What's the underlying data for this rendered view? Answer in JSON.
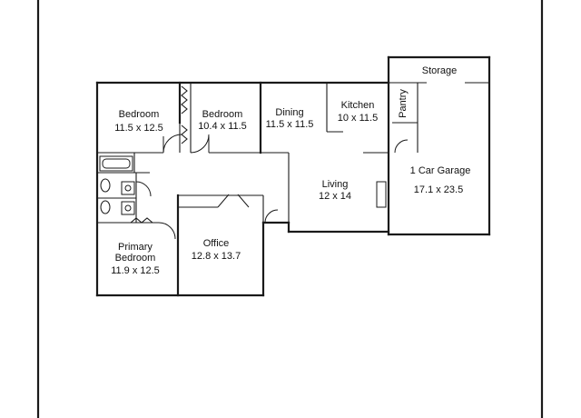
{
  "rooms": {
    "bedroom_1": {
      "name": "Bedroom",
      "dims": "11.5 x 12.5"
    },
    "bedroom_2": {
      "name": "Bedroom",
      "dims": "10.4 x 11.5"
    },
    "dining": {
      "name": "Dining",
      "dims": "11.5 x 11.5"
    },
    "kitchen": {
      "name": "Kitchen",
      "dims": "10 x 11.5"
    },
    "pantry": {
      "name": "Pantry"
    },
    "storage": {
      "name": "Storage"
    },
    "garage": {
      "name": "1 Car Garage",
      "dims": "17.1 x 23.5"
    },
    "living": {
      "name": "Living",
      "dims": "12 x 14"
    },
    "primary_bedroom": {
      "name_line1": "Primary",
      "name_line2": "Bedroom",
      "dims": "11.9 x 12.5"
    },
    "office": {
      "name": "Office",
      "dims": "12.8 x 13.7"
    }
  }
}
